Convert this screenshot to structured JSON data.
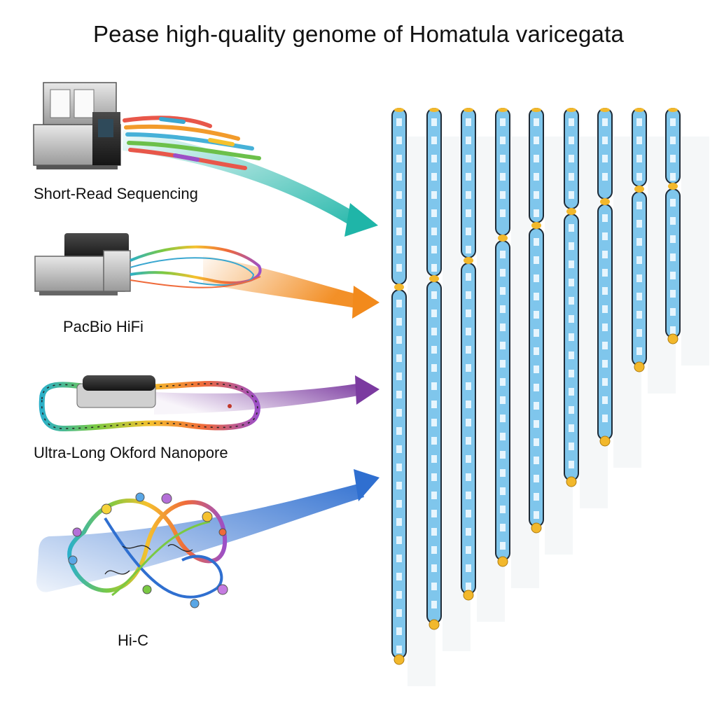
{
  "title": "Pease high-quality genome of Homatula varicegata",
  "methods": [
    {
      "label": "Short-Read Sequencing",
      "icon": "sequencer-machine-icon",
      "arrow_color": "#1fb5a8"
    },
    {
      "label": "PacBio HiFi",
      "icon": "pacbio-instrument-icon",
      "arrow_color": "#f28a1c"
    },
    {
      "label": "Ultra-Long Okford Nanopore",
      "icon": "nanopore-device-icon",
      "arrow_color": "#7b3aa0"
    },
    {
      "label": "Hi-C",
      "icon": "chromatin-loop-icon",
      "arrow_color": "#2f6fd0"
    }
  ],
  "chromosomes": {
    "count": 9,
    "body_color": "#7fc6ec",
    "band_color": "#e7f5fd",
    "centromere_color": "#f2b82c",
    "outline_color": "#1e2a36"
  }
}
